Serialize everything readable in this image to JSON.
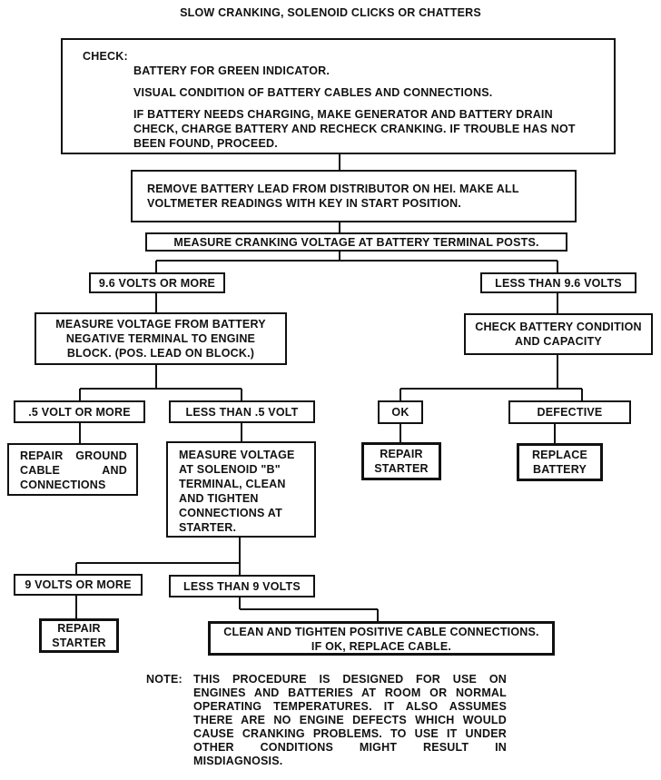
{
  "title": "SLOW CRANKING, SOLENOID CLICKS OR CHATTERS",
  "check": {
    "label": "CHECK:",
    "items": [
      "BATTERY FOR GREEN INDICATOR.",
      "VISUAL CONDITION OF BATTERY CABLES AND CONNECTIONS.",
      "IF BATTERY NEEDS CHARGING, MAKE GENERATOR AND BATTERY DRAIN CHECK, CHARGE BATTERY AND RECHECK CRANKING. IF TROUBLE HAS NOT BEEN FOUND, PROCEED."
    ]
  },
  "remove_lead": "REMOVE BATTERY LEAD FROM DISTRIBUTOR ON HEI. MAKE ALL VOLTMETER READINGS WITH KEY IN START POSITION.",
  "measure_cranking": "MEASURE CRANKING VOLTAGE AT BATTERY TERMINAL POSTS.",
  "volts_96_more": "9.6 VOLTS OR MORE",
  "volts_96_less": "LESS THAN 9.6 VOLTS",
  "measure_negative": "MEASURE VOLTAGE FROM BATTERY NEGATIVE TERMINAL TO ENGINE BLOCK. (POS. LEAD ON BLOCK.)",
  "check_battery": "CHECK BATTERY CONDITION AND CAPACITY",
  "volt_05_more": ".5 VOLT OR MORE",
  "volt_05_less": "LESS THAN .5 VOLT",
  "ok": "OK",
  "defective": "DEFECTIVE",
  "repair_ground": "REPAIR GROUND CABLE AND CONNECTIONS",
  "measure_solenoid": "MEASURE VOLTAGE AT SOLENOID \"B\" TERMINAL, CLEAN AND TIGHTEN CONNECTIONS AT STARTER.",
  "repair_starter_ok": "REPAIR STARTER",
  "replace_battery": "REPLACE BATTERY",
  "volts_9_more": "9 VOLTS OR MORE",
  "volts_9_less": "LESS THAN 9 VOLTS",
  "repair_starter_final": "REPAIR STARTER",
  "clean_tighten_line1": "CLEAN AND TIGHTEN POSITIVE CABLE CONNECTIONS.",
  "clean_tighten_line2": "IF OK, REPLACE CABLE.",
  "note": {
    "label": "NOTE:",
    "text": "THIS PROCEDURE IS DESIGNED FOR USE ON ENGINES AND BATTERIES AT ROOM OR NORMAL OPERATING TEMPERATURES. IT ALSO ASSUMES THERE ARE NO ENGINE DEFECTS WHICH WOULD CAUSE CRANKING PROBLEMS. TO USE IT UNDER OTHER CONDITIONS MIGHT RESULT IN MISDIAGNOSIS."
  }
}
